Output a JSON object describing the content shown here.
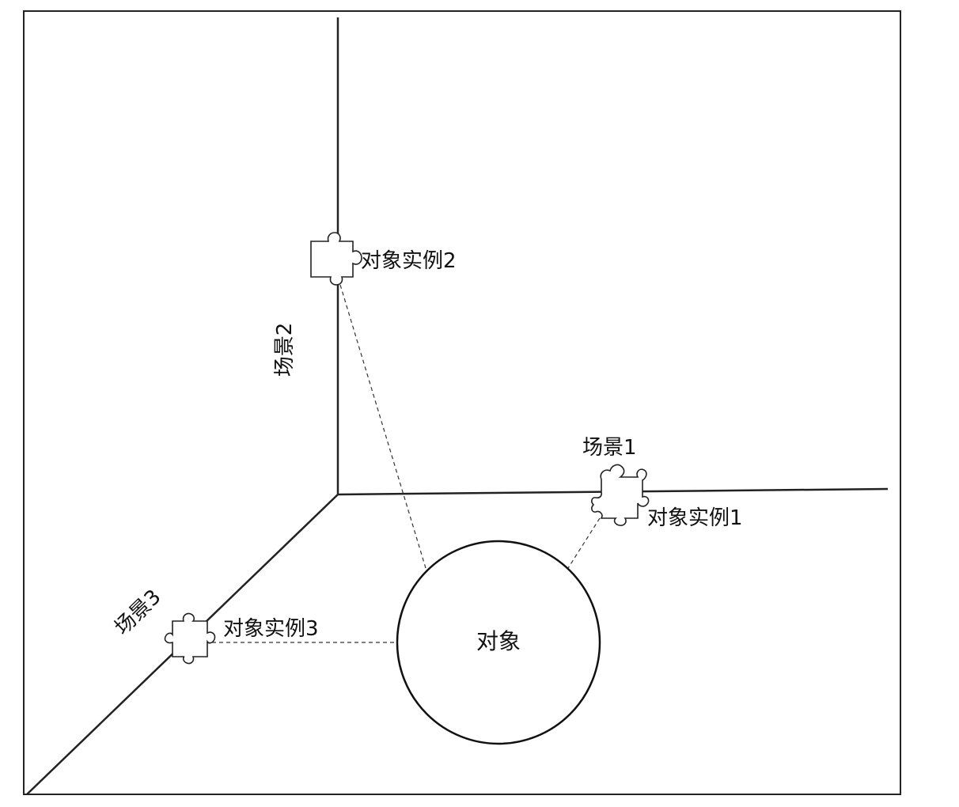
{
  "diagram": {
    "object_label": "对象",
    "scenes": {
      "scene1": "场景1",
      "scene2": "场景2",
      "scene3": "场景3"
    },
    "instances": {
      "instance1": "对象实例1",
      "instance2": "对象实例2",
      "instance3": "对象实例3"
    }
  }
}
